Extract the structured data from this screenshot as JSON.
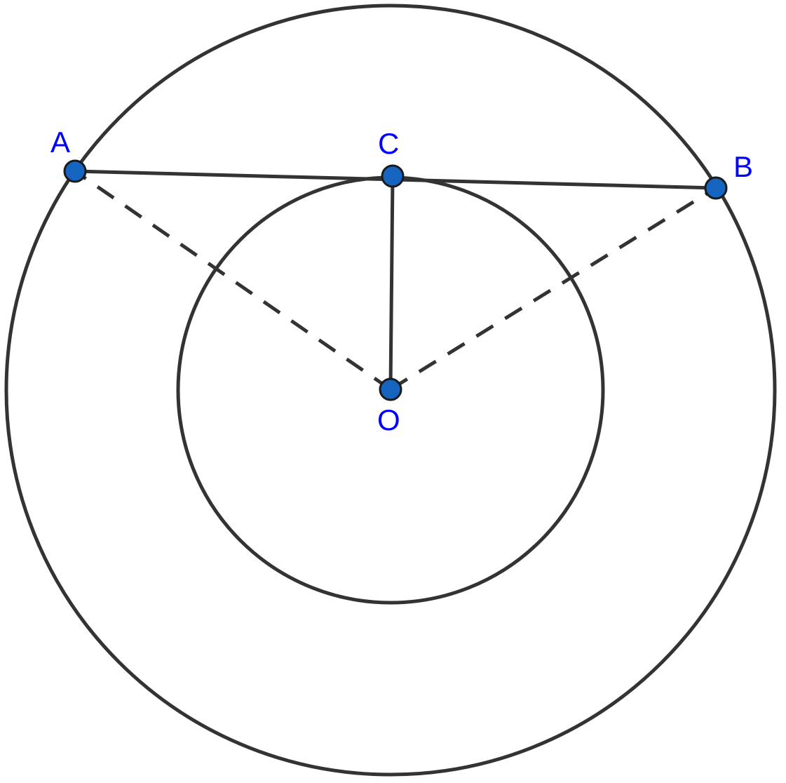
{
  "colors": {
    "stroke": "#333333",
    "point_fill": "#1565C0",
    "label": "#0000FF",
    "background": "#FFFFFF"
  },
  "figure": {
    "circles": [
      "outer-circle",
      "inner-circle"
    ],
    "points": {
      "A": "A",
      "B": "B",
      "C": "C",
      "O": "O"
    },
    "segments": [
      {
        "from": "A",
        "to": "B",
        "style": "solid"
      },
      {
        "from": "O",
        "to": "C",
        "style": "solid"
      },
      {
        "from": "O",
        "to": "A",
        "style": "dashed"
      },
      {
        "from": "O",
        "to": "B",
        "style": "dashed"
      }
    ]
  }
}
